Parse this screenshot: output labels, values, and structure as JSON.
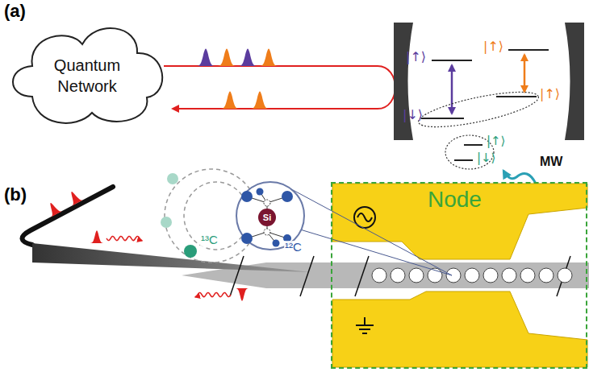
{
  "diagram": {
    "nodes": [
      {
        "text": [
          "Quantum Network"
        ]
      },
      {
        "text": [
          "Node"
        ]
      },
      {
        "text": [
          "Si"
        ]
      }
    ],
    "labels": [
      "(a)",
      "|↑⟩",
      "|↓⟩",
      "|↑⟩",
      "|↑⟩",
      "|↑⟩",
      "|↓⟩",
      "MW",
      "(b)",
      "¹³C",
      "¹²C"
    ]
  }
}
